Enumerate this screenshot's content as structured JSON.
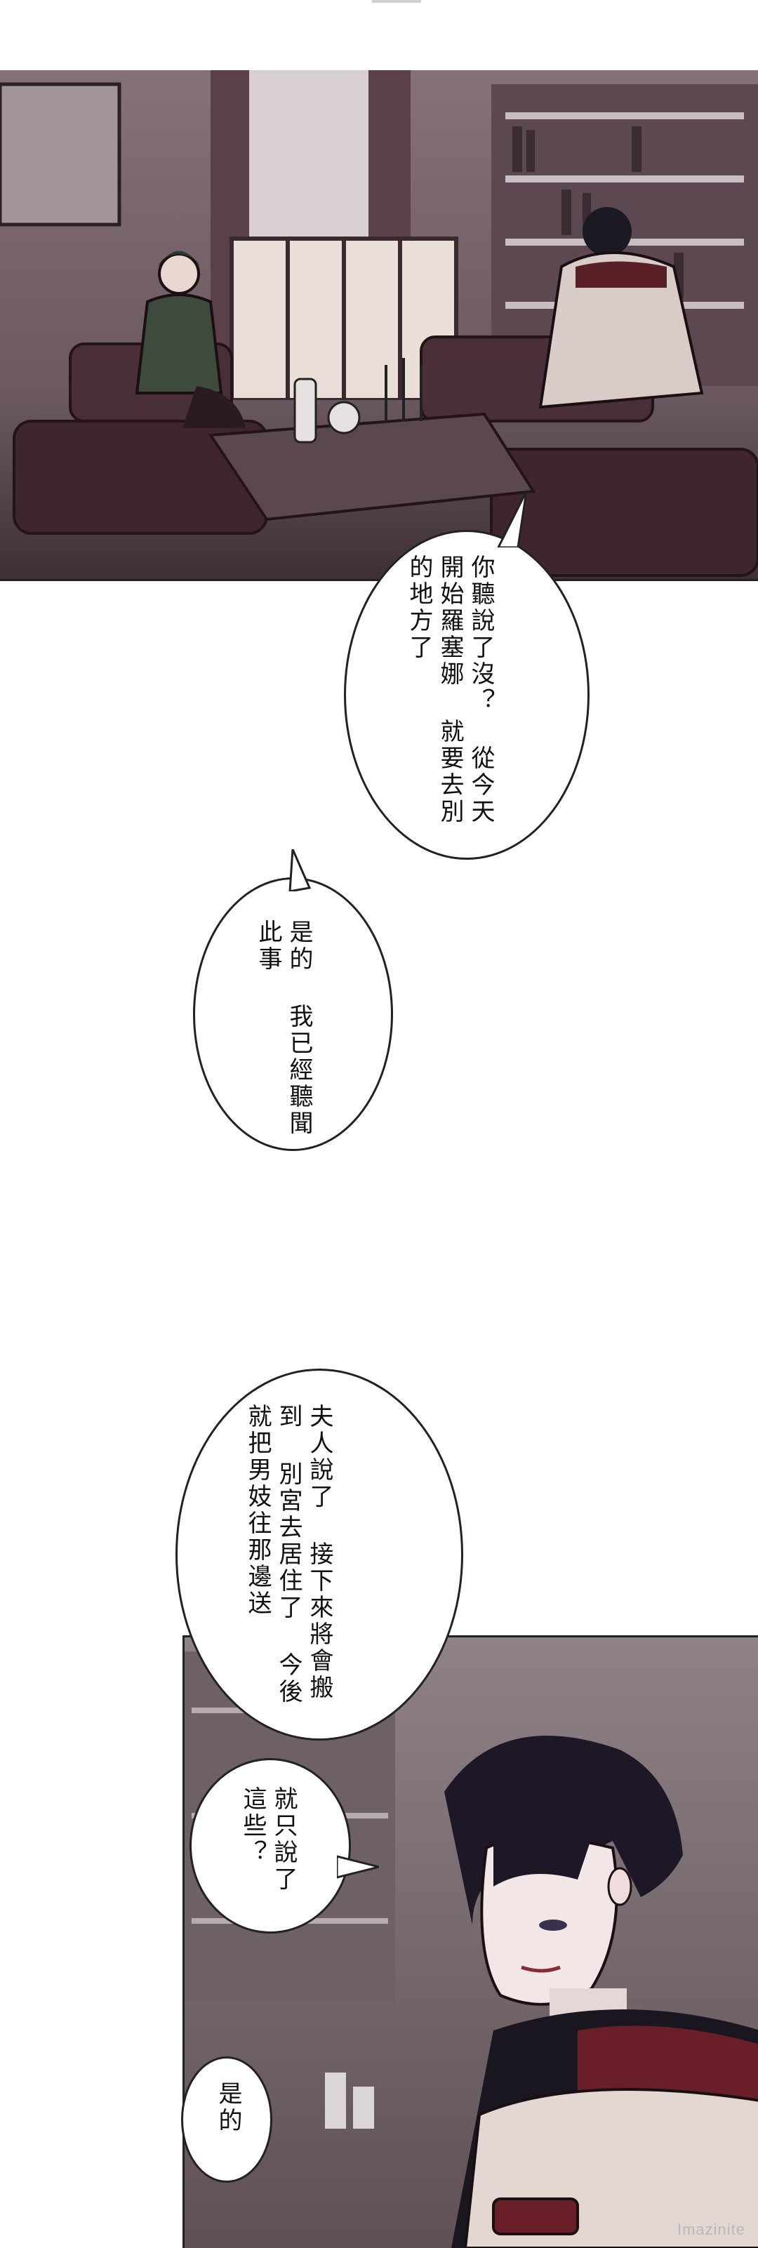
{
  "panels": {
    "top": {
      "description_hidden": true
    },
    "bottom": {
      "description_hidden": true
    }
  },
  "bubbles": [
    {
      "id": "b1",
      "lines": [
        "你聽說了沒？",
        "從今天開始羅塞娜",
        "就要去別的地方了"
      ]
    },
    {
      "id": "b2",
      "lines": [
        "是的",
        "我已經聽聞此事"
      ]
    },
    {
      "id": "b3",
      "lines": [
        "夫人說了",
        "接下來將會搬到",
        "別宮去居住了",
        "今後就把男妓往那邊送"
      ]
    },
    {
      "id": "b4",
      "lines": [
        "就只說了",
        "這些？"
      ]
    },
    {
      "id": "b5",
      "lines": [
        "是的"
      ]
    }
  ],
  "watermark": "Imazinite",
  "colors": {
    "panel_tone": "#6b5a60",
    "wall": "#8a7c80",
    "sofa": "#4a2e38"
  }
}
